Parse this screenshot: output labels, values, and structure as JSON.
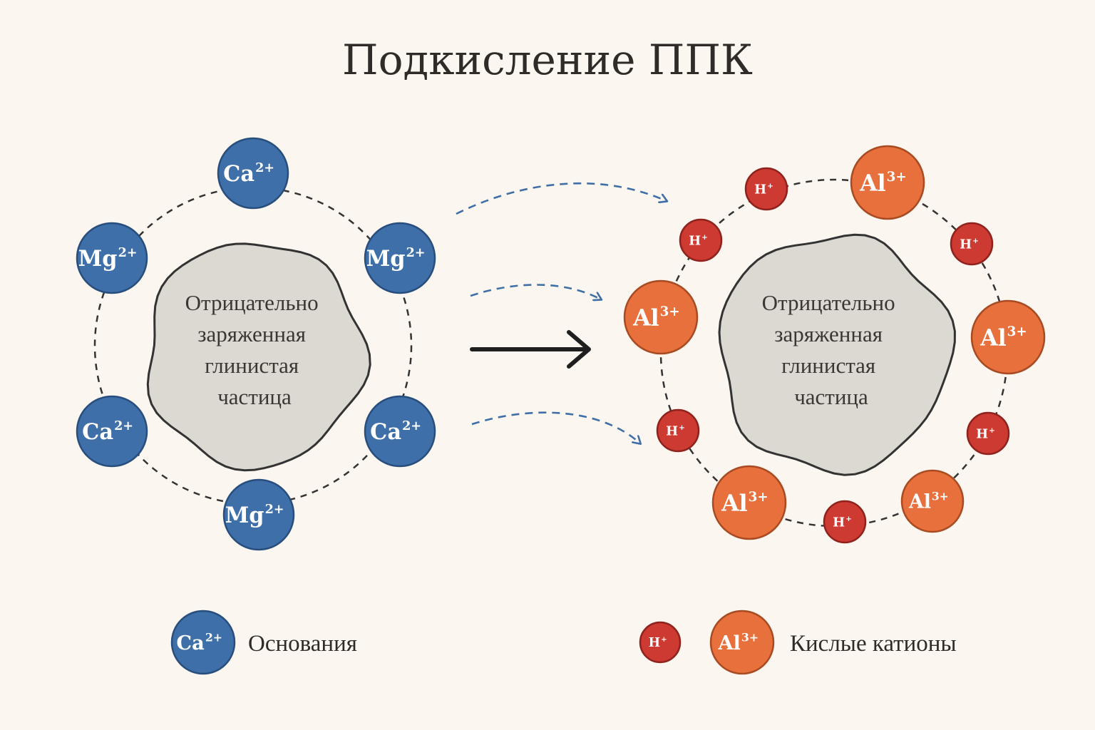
{
  "title": "Подкисление ППК",
  "particle": {
    "lines": [
      "Отрицательно",
      "заряженная",
      "глинистая",
      "частица"
    ]
  },
  "left_ring": {
    "ions": [
      {
        "symbol": "Ca",
        "charge": "2+",
        "kind": "base"
      },
      {
        "symbol": "Mg",
        "charge": "2+",
        "kind": "base"
      },
      {
        "symbol": "Ca",
        "charge": "2+",
        "kind": "base"
      },
      {
        "symbol": "Mg",
        "charge": "2+",
        "kind": "base"
      },
      {
        "symbol": "Ca",
        "charge": "2+",
        "kind": "base"
      },
      {
        "symbol": "Mg",
        "charge": "2+",
        "kind": "base"
      }
    ]
  },
  "right_ring": {
    "ions": [
      {
        "symbol": "Al",
        "charge": "3+",
        "kind": "al"
      },
      {
        "symbol": "H",
        "charge": "+",
        "kind": "h"
      },
      {
        "symbol": "Al",
        "charge": "3+",
        "kind": "al"
      },
      {
        "symbol": "H",
        "charge": "+",
        "kind": "h"
      },
      {
        "symbol": "Al",
        "charge": "3+",
        "kind": "al"
      },
      {
        "symbol": "H",
        "charge": "+",
        "kind": "h"
      },
      {
        "symbol": "Al",
        "charge": "3+",
        "kind": "al"
      },
      {
        "symbol": "H",
        "charge": "+",
        "kind": "h"
      },
      {
        "symbol": "Al",
        "charge": "3+",
        "kind": "al"
      },
      {
        "symbol": "H",
        "charge": "+",
        "kind": "h"
      },
      {
        "symbol": "H",
        "charge": "+",
        "kind": "h"
      }
    ]
  },
  "legend": {
    "bases": {
      "symbol": "Ca",
      "charge": "2+",
      "label": "Основания"
    },
    "acids": {
      "h": {
        "symbol": "H",
        "charge": "+"
      },
      "al": {
        "symbol": "Al",
        "charge": "3+"
      },
      "label": "Кислые катионы"
    }
  },
  "colors": {
    "background": "#fbf7f0",
    "base_fill": "#3e6fa8",
    "base_stroke": "#284e7d",
    "al_fill": "#e8703d",
    "al_stroke": "#a84a22",
    "h_fill": "#cc3a32",
    "h_stroke": "#8f221d",
    "particle_fill": "#dcd9d2",
    "particle_stroke": "#333333",
    "flow_arrow": "#3f6fa6",
    "main_arrow": "#1f1f1f"
  }
}
